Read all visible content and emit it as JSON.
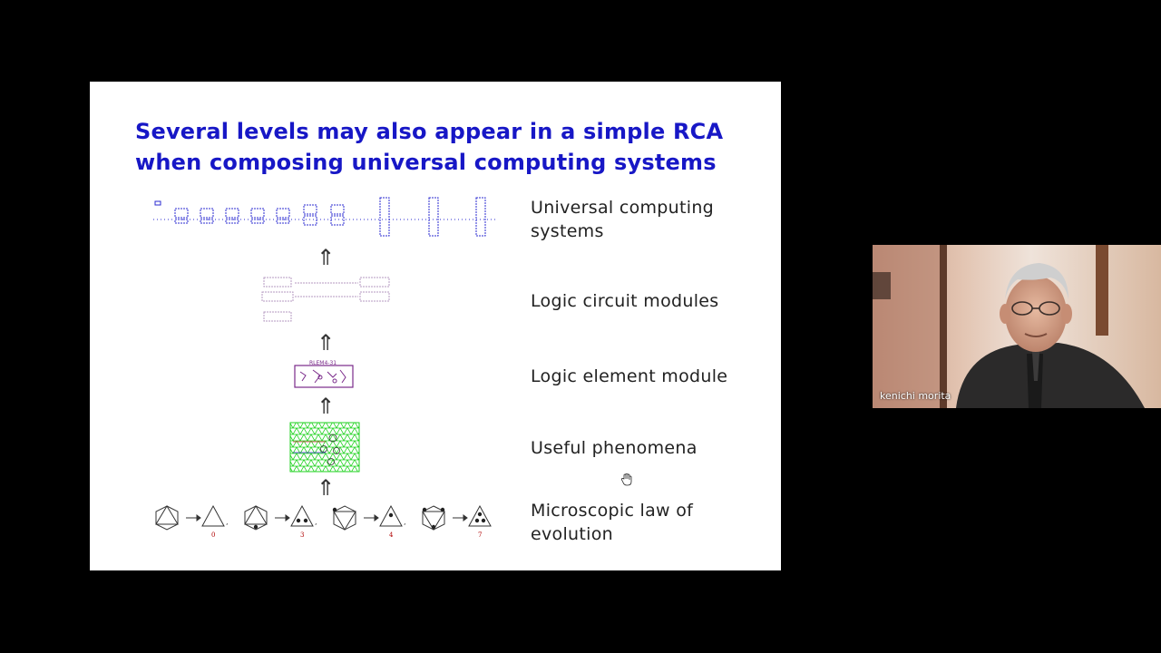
{
  "slide": {
    "title": "Several levels may also appear in a simple RCA when composing universal computing systems",
    "levels": [
      {
        "label": "Universal computing systems"
      },
      {
        "label": "Logic circuit modules"
      },
      {
        "label": "Logic element module"
      },
      {
        "label": "Useful phenomena"
      },
      {
        "label": "Microscopic law of evolution"
      }
    ],
    "arrow_symbol": "⇑",
    "module_caption": "RLEM4-31",
    "rule_numbers": [
      "0",
      "3",
      "4",
      "7"
    ]
  },
  "video": {
    "participant_name": "kenichi morita"
  },
  "colors": {
    "title": "#1717c6",
    "grid_green": "#1fd21f",
    "module_purple": "#7a2a8a",
    "system_blue": "#2b2bd0",
    "rule_number_red": "#b00000"
  }
}
